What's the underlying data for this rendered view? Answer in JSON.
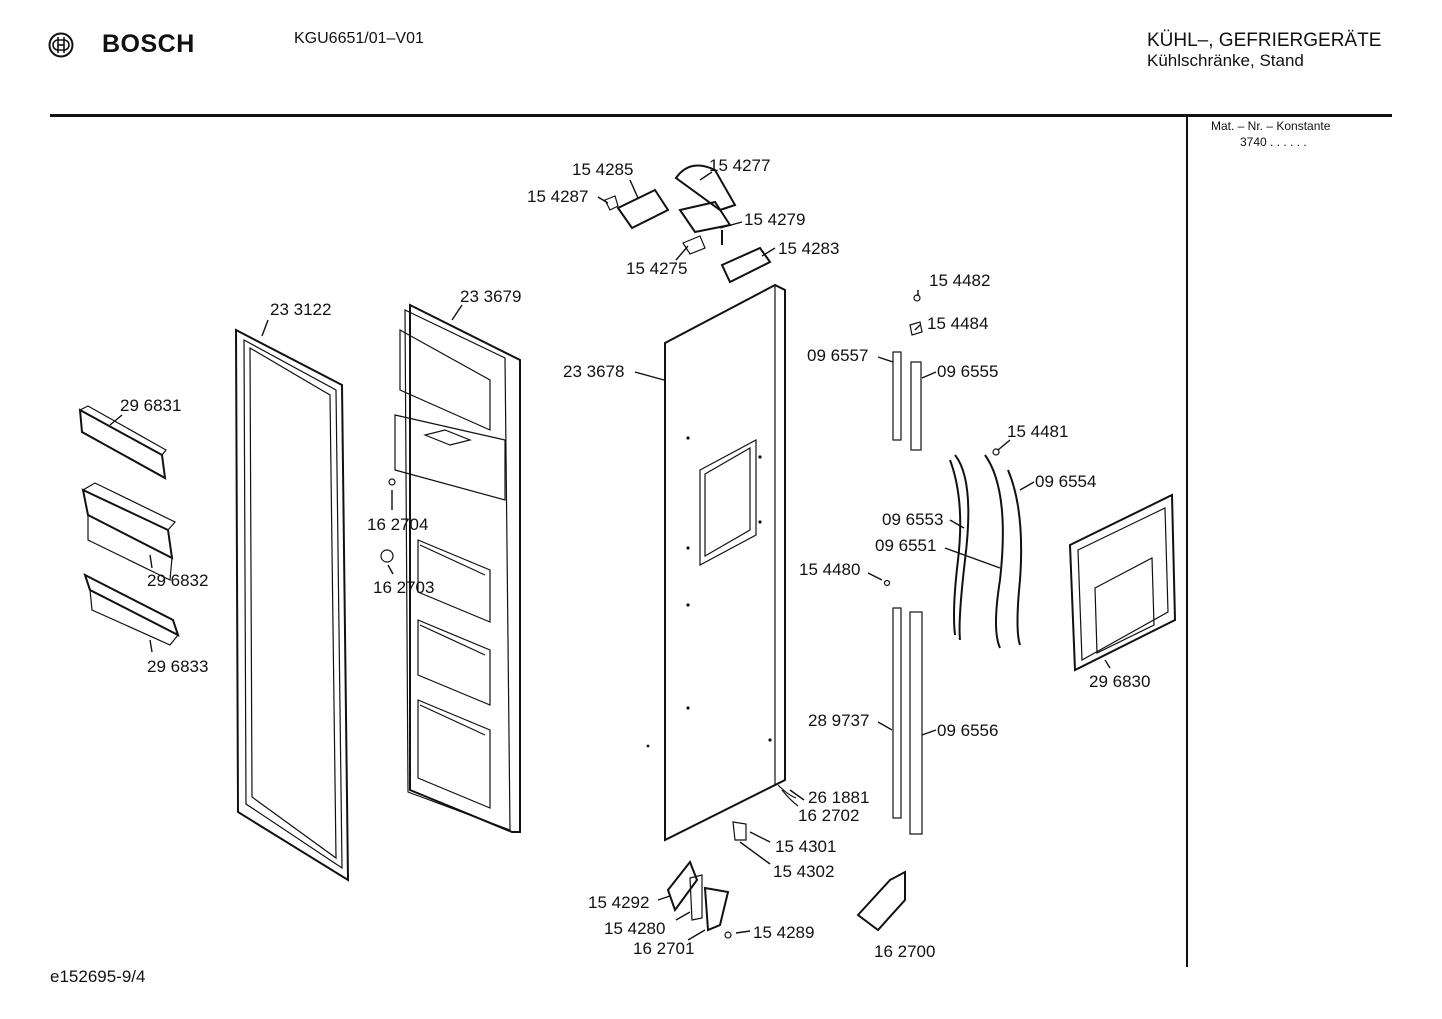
{
  "header": {
    "brand": "BOSCH",
    "model": "KGU6651/01–V01",
    "category_line1": "KÜHL–, GEFRIERGERÄTE",
    "category_line2": "Kühlschränke, Stand"
  },
  "side_panel": {
    "mat_label": "Mat. – Nr. – Konstante",
    "mat_value": "3740  .  .  .  .  .  ."
  },
  "footer": {
    "doc_number": "e152695-9/4"
  },
  "parts": {
    "p154285": "15 4285",
    "p154277": "15 4277",
    "p154287": "15 4287",
    "p154279": "15 4279",
    "p154283": "15 4283",
    "p154275": "15 4275",
    "p233122": "23 3122",
    "p233679": "23 3679",
    "p233678": "23 3678",
    "p154482": "15 4482",
    "p154484": "15 4484",
    "p096557": "09 6557",
    "p096555": "09 6555",
    "p296831": "29 6831",
    "p154481": "15 4481",
    "p096554": "09 6554",
    "p162704": "16 2704",
    "p096553": "09 6553",
    "p096551": "09 6551",
    "p296832": "29 6832",
    "p162703": "16 2703",
    "p154480": "15 4480",
    "p296833": "29 6833",
    "p296830": "29 6830",
    "p289737": "28 9737",
    "p096556": "09 6556",
    "p261881": "26 1881",
    "p162702": "16 2702",
    "p154301": "15 4301",
    "p154302": "15 4302",
    "p154292": "15 4292",
    "p154280": "15 4280",
    "p154289": "15 4289",
    "p162701": "16 2701",
    "p162700": "16 2700"
  }
}
